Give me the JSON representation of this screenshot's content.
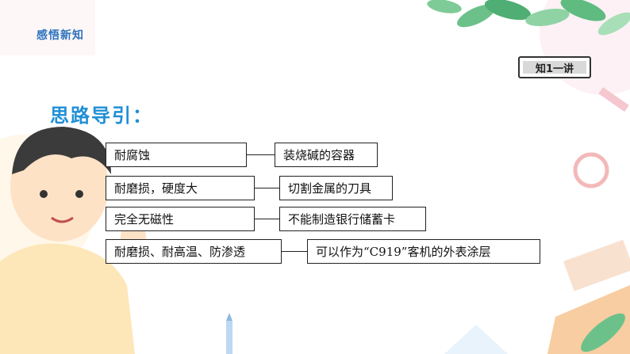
{
  "header": {
    "section_tag": "感悟新知",
    "badge": "知1一讲"
  },
  "content": {
    "title": "思路导引：",
    "rows": [
      {
        "property": "耐腐蚀",
        "application": "装烧碱的容器"
      },
      {
        "property": "耐磨损，硬度大",
        "application": "切割金属的刀具"
      },
      {
        "property": "完全无磁性",
        "application": "不能制造银行储蓄卡"
      },
      {
        "property": "耐磨损、耐高温、防渗透",
        "application": "可以作为“C919”客机的外表涂层"
      }
    ]
  },
  "colors": {
    "accent_blue": "#1f8fd6",
    "header_blue": "#2e73bd",
    "border": "#222222"
  }
}
